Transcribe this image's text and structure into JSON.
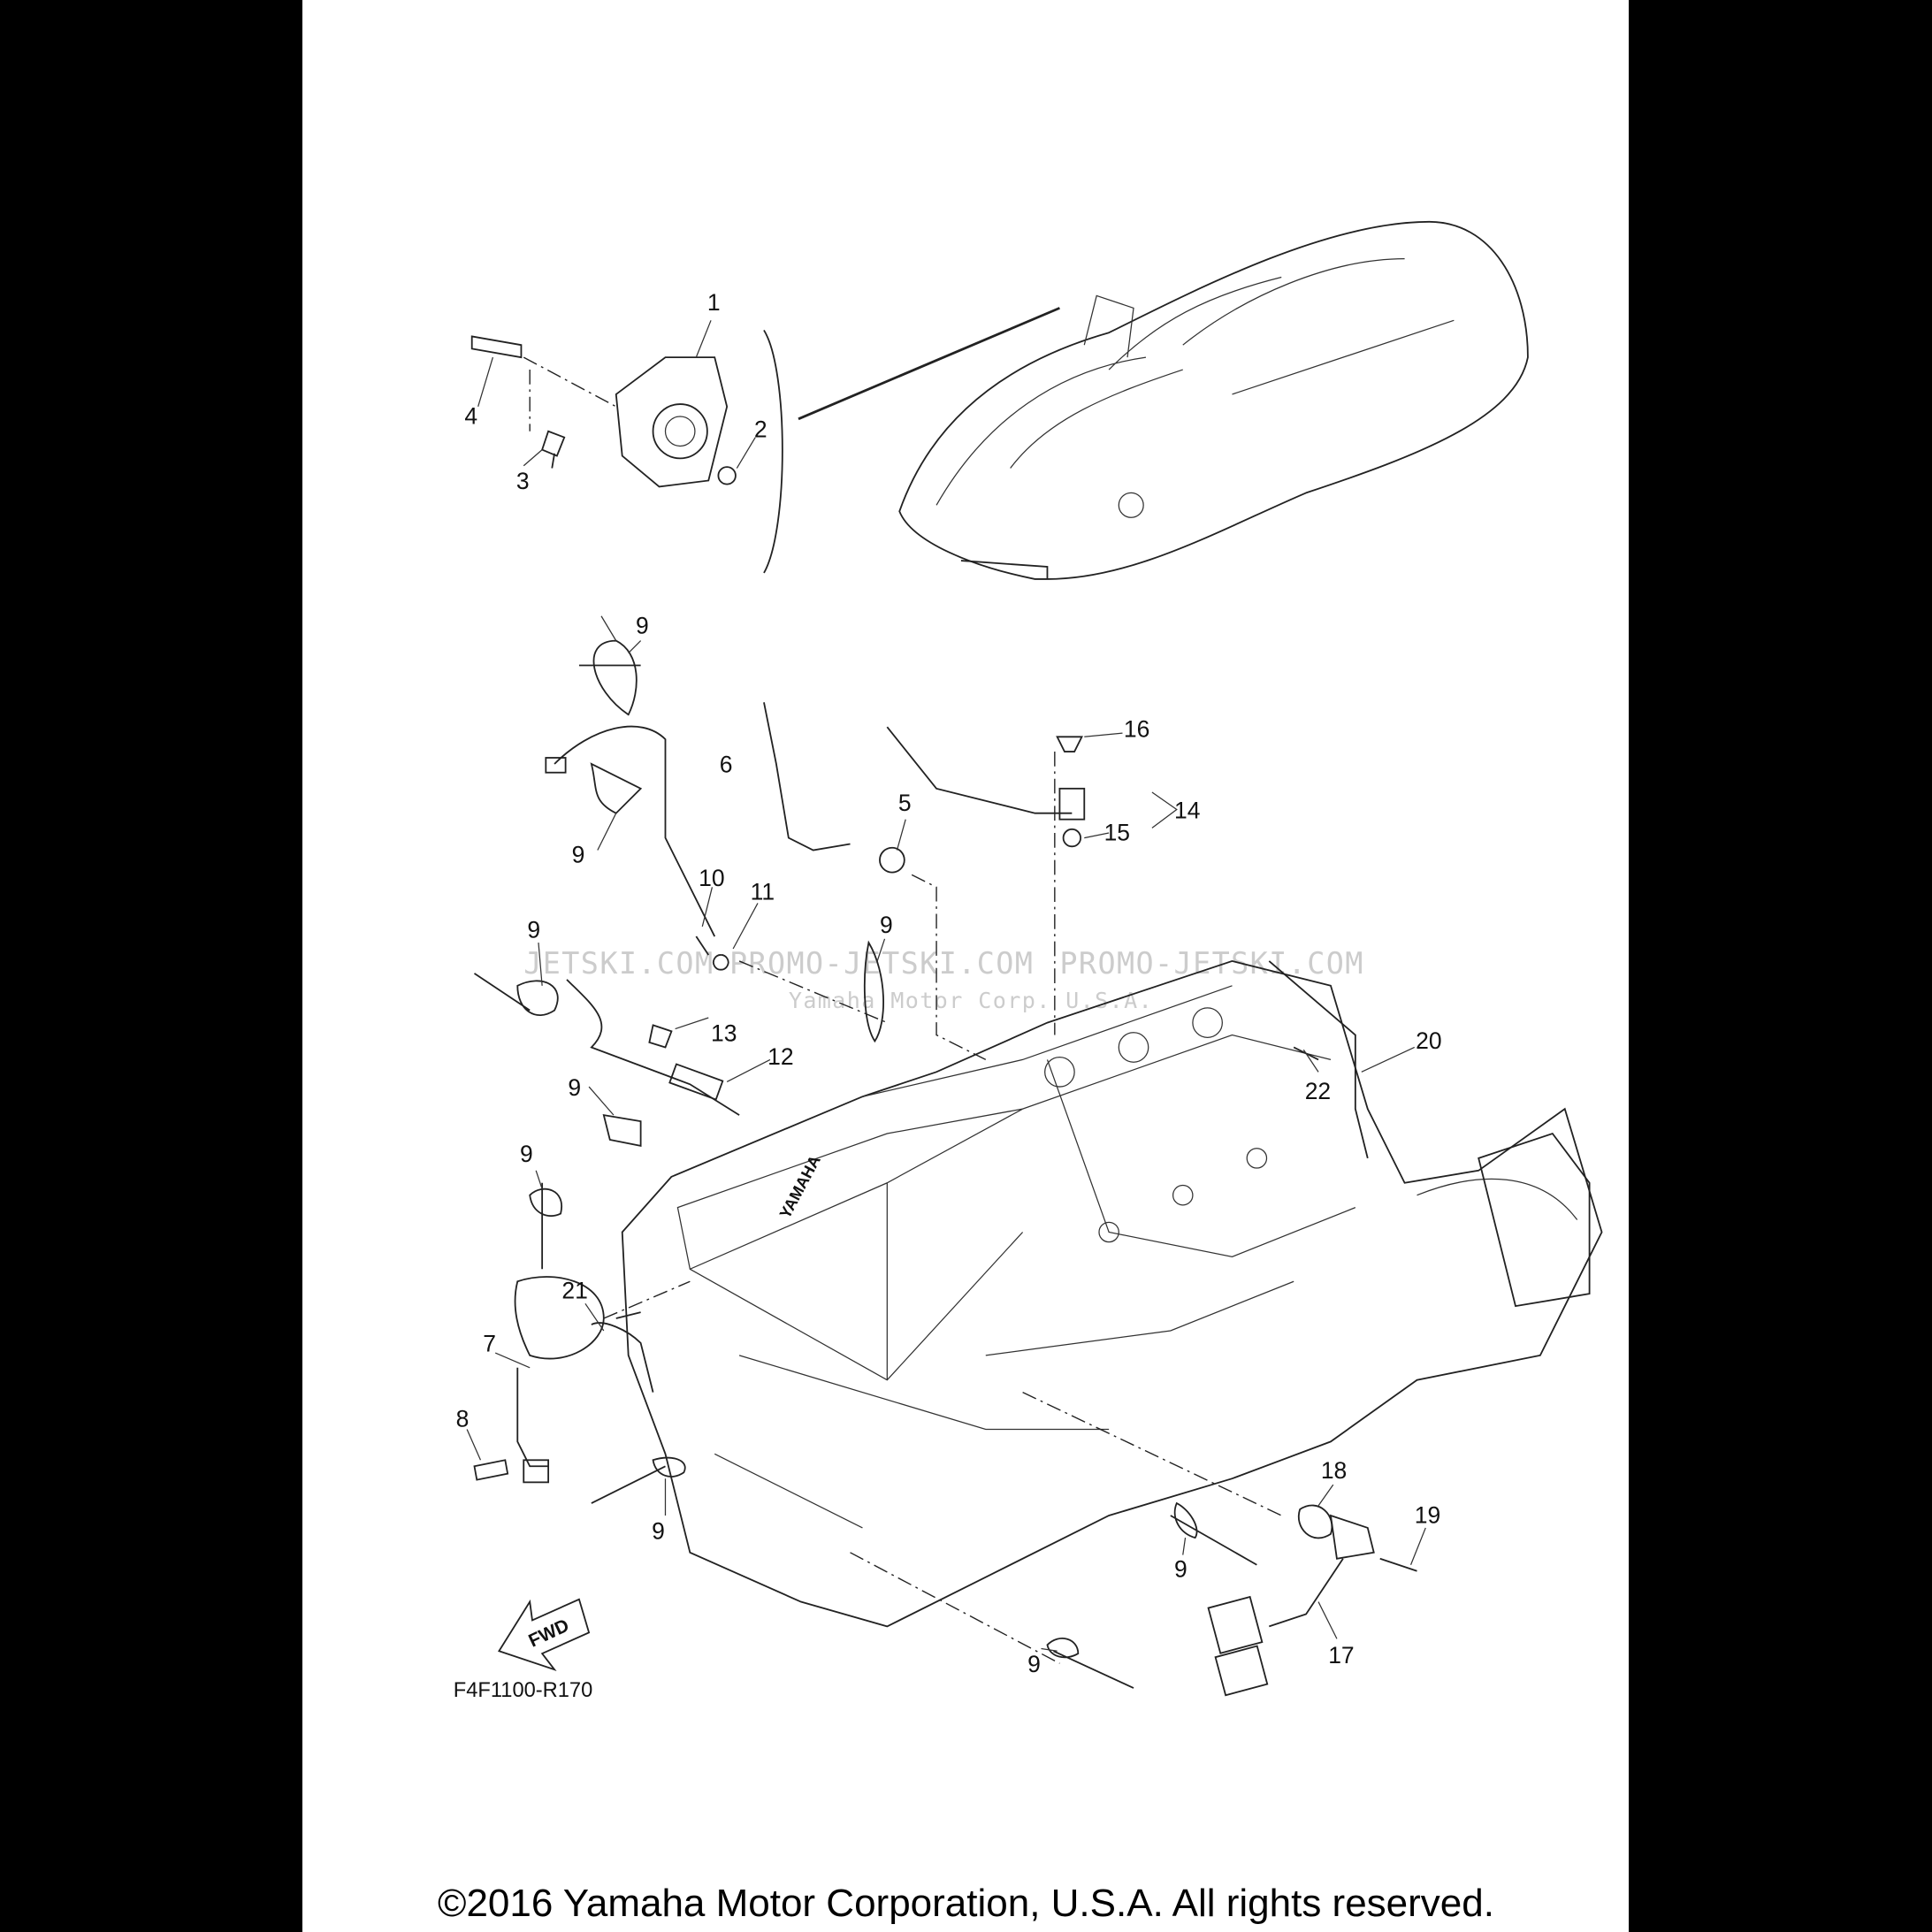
{
  "diagram": {
    "code": "F4F1100-R170",
    "fwd_label": "FWD",
    "brand_on_cover": "YAMAHA",
    "watermark": [
      "JETSKI.COM",
      "PROMO-JETSKI.COM",
      "Yamaha Motor Corp. U.S.A.",
      "PROMO-JETSKI.COM"
    ],
    "callouts": [
      "1",
      "2",
      "3",
      "4",
      "9",
      "16",
      "6",
      "14",
      "15",
      "5",
      "9",
      "10",
      "11",
      "9",
      "9",
      "13",
      "12",
      "20",
      "22",
      "9",
      "9",
      "21",
      "7",
      "8",
      "18",
      "19",
      "9",
      "9",
      "17",
      "9"
    ]
  },
  "footer": {
    "copyright": "©2016 Yamaha Motor Corporation, U.S.A. All rights reserved."
  }
}
